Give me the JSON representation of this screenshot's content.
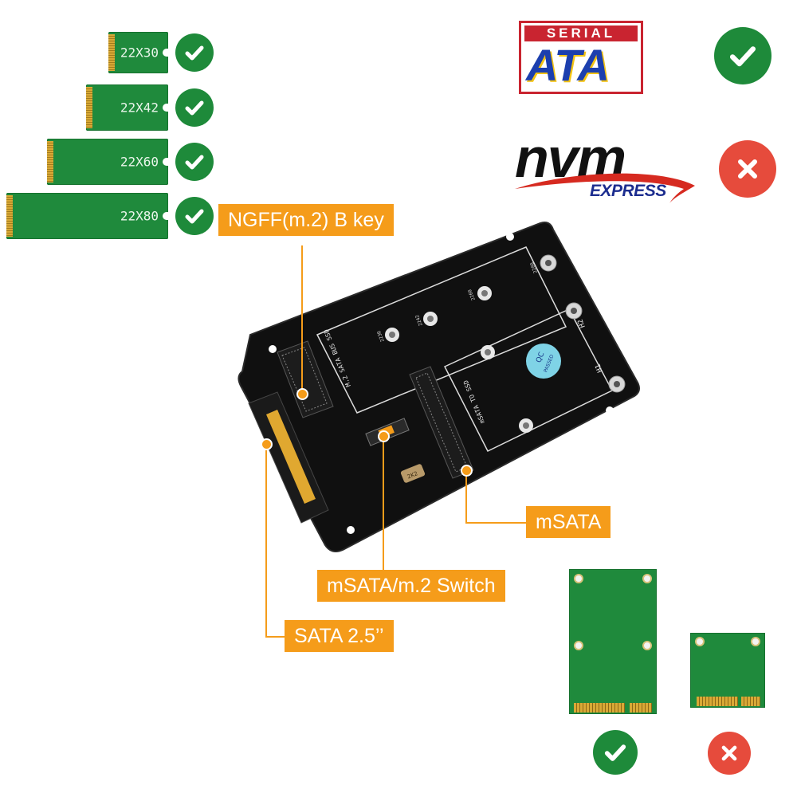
{
  "m2_sizes": [
    {
      "label": "22X30",
      "supported": true
    },
    {
      "label": "22X42",
      "supported": true
    },
    {
      "label": "22X60",
      "supported": true
    },
    {
      "label": "22X80",
      "supported": true
    }
  ],
  "logos": {
    "sata_top": "SERIAL",
    "sata_main": "ATA",
    "nvm_main": "nvm",
    "nvm_sub": "EXPRESS"
  },
  "board": {
    "silk_m2": "M.2 SATA BUS SSD",
    "silk_msata": "mSATA TO SSD",
    "qc_line1": "QC",
    "qc_line2": "PASSED",
    "mount_h1": "H1",
    "mount_h2": "H2",
    "mount_2280": "2280",
    "mount_2260": "2260",
    "mount_2242": "2242",
    "mount_2230": "2230",
    "resistor": "2K2"
  },
  "callouts": {
    "ngff": "NGFF(m.2) B key",
    "msata": "mSATA",
    "switch": "mSATA/m.2 Switch",
    "sata": "SATA 2.5’’"
  },
  "colors": {
    "accent_orange": "#f59c1a",
    "check_green": "#1e8a3a",
    "cross_red": "#e64b3c",
    "pcb_green": "#1f8a3c",
    "board_black": "#101010"
  },
  "compat": {
    "sata": true,
    "nvme": false,
    "msata_full": true,
    "msata_half": false
  }
}
